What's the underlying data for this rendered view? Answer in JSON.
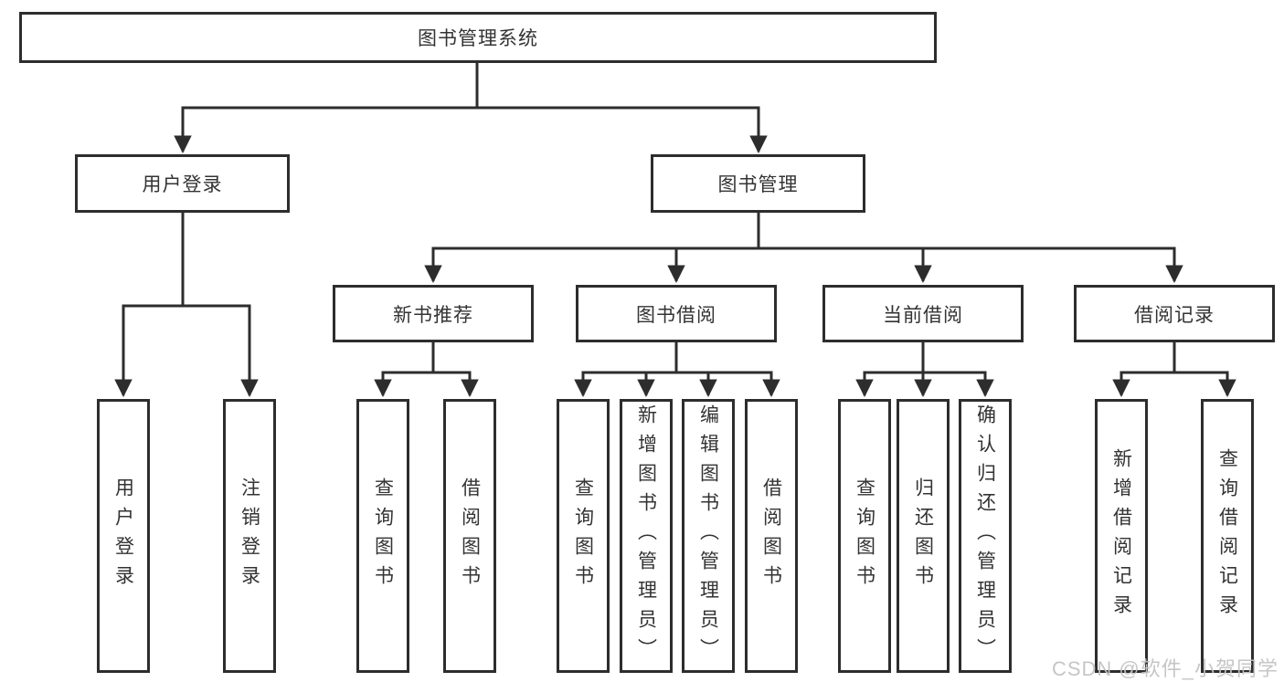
{
  "tree": {
    "root": {
      "label": "图书管理系统"
    },
    "branches": [
      {
        "label": "用户登录",
        "children": [
          {
            "label": "用户登录"
          },
          {
            "label": "注销登录"
          }
        ]
      },
      {
        "label": "图书管理",
        "children": [
          {
            "label": "新书推荐",
            "children": [
              {
                "label": "查询图书"
              },
              {
                "label": "借阅图书"
              }
            ]
          },
          {
            "label": "图书借阅",
            "children": [
              {
                "label": "查询图书"
              },
              {
                "label": "新增图书（管理员）"
              },
              {
                "label": "编辑图书（管理员）"
              },
              {
                "label": "借阅图书"
              }
            ]
          },
          {
            "label": "当前借阅",
            "children": [
              {
                "label": "查询图书"
              },
              {
                "label": "归还图书"
              },
              {
                "label": "确认归还（管理员）"
              }
            ]
          },
          {
            "label": "借阅记录",
            "children": [
              {
                "label": "新增借阅记录"
              },
              {
                "label": "查询借阅记录"
              }
            ]
          }
        ]
      }
    ]
  },
  "colors": {
    "line": "#2d2d2d",
    "text": "#333333",
    "box_fill": "#ffffff",
    "watermark": "#c3c3c3"
  },
  "watermark": "CSDN @软件_小贺同学"
}
